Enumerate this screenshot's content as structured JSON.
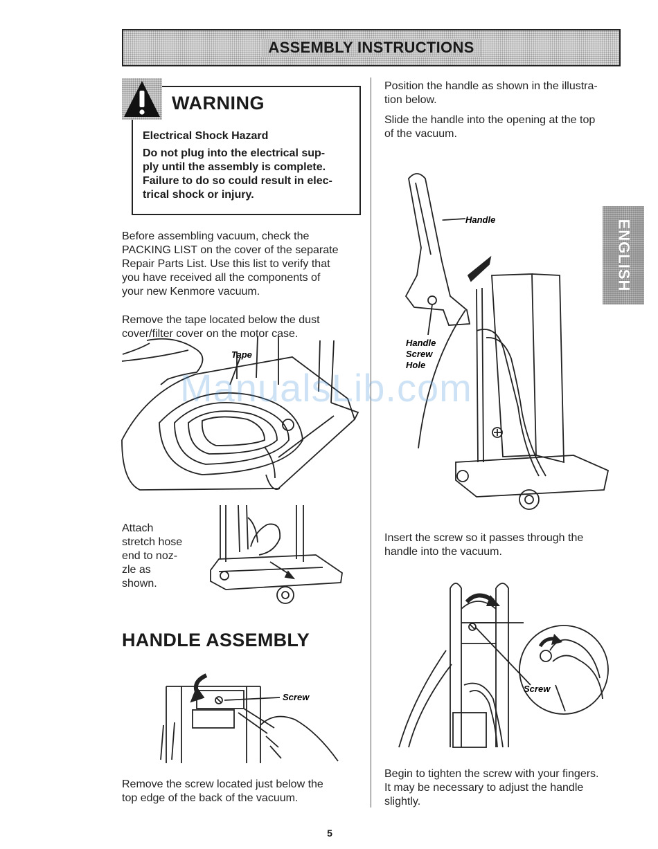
{
  "header": {
    "title": "ASSEMBLY INSTRUCTIONS"
  },
  "warning": {
    "title": "WARNING",
    "subtitle": "Electrical Shock Hazard",
    "lines": [
      "Do not plug into the electrical sup-",
      "ply until the assembly is complete.",
      "Failure to do so could result in elec-",
      "trical shock or injury."
    ],
    "icon": "warning-triangle-icon"
  },
  "left": {
    "para1": [
      "Before assembling vacuum, check the",
      "PACKING LIST on the cover of the separate",
      "Repair Parts List. Use this list to verify that",
      "you have received all the components of",
      "your new Kenmore vacuum."
    ],
    "para2": [
      "Remove the tape located below the dust",
      "cover/filter cover on the motor case."
    ],
    "tape_label": "Tape",
    "attach": [
      "Attach",
      "stretch hose",
      "end to noz-",
      "zle as",
      "shown."
    ],
    "section_title": "HANDLE ASSEMBLY",
    "screw_label": "Screw",
    "para3": [
      "Remove the screw located just below the",
      "top edge of the back of the vacuum."
    ]
  },
  "right": {
    "para1": [
      "Position the handle as shown in the illustra-",
      "tion below."
    ],
    "para2": [
      "Slide the handle into the opening at the top",
      "of the vacuum."
    ],
    "handle_label": "Handle",
    "screw_hole_label": [
      "Handle",
      "Screw",
      "Hole"
    ],
    "para3": [
      "Insert the screw so it passes through the",
      "handle into the vacuum."
    ],
    "screw_label": "Screw",
    "para4": [
      "Begin to tighten the screw with your fingers.",
      "It may be necessary to adjust the handle",
      "slightly."
    ]
  },
  "side_tab": {
    "label": "ENGLISH"
  },
  "watermark": "ManualsLib.com",
  "page_number": "5"
}
